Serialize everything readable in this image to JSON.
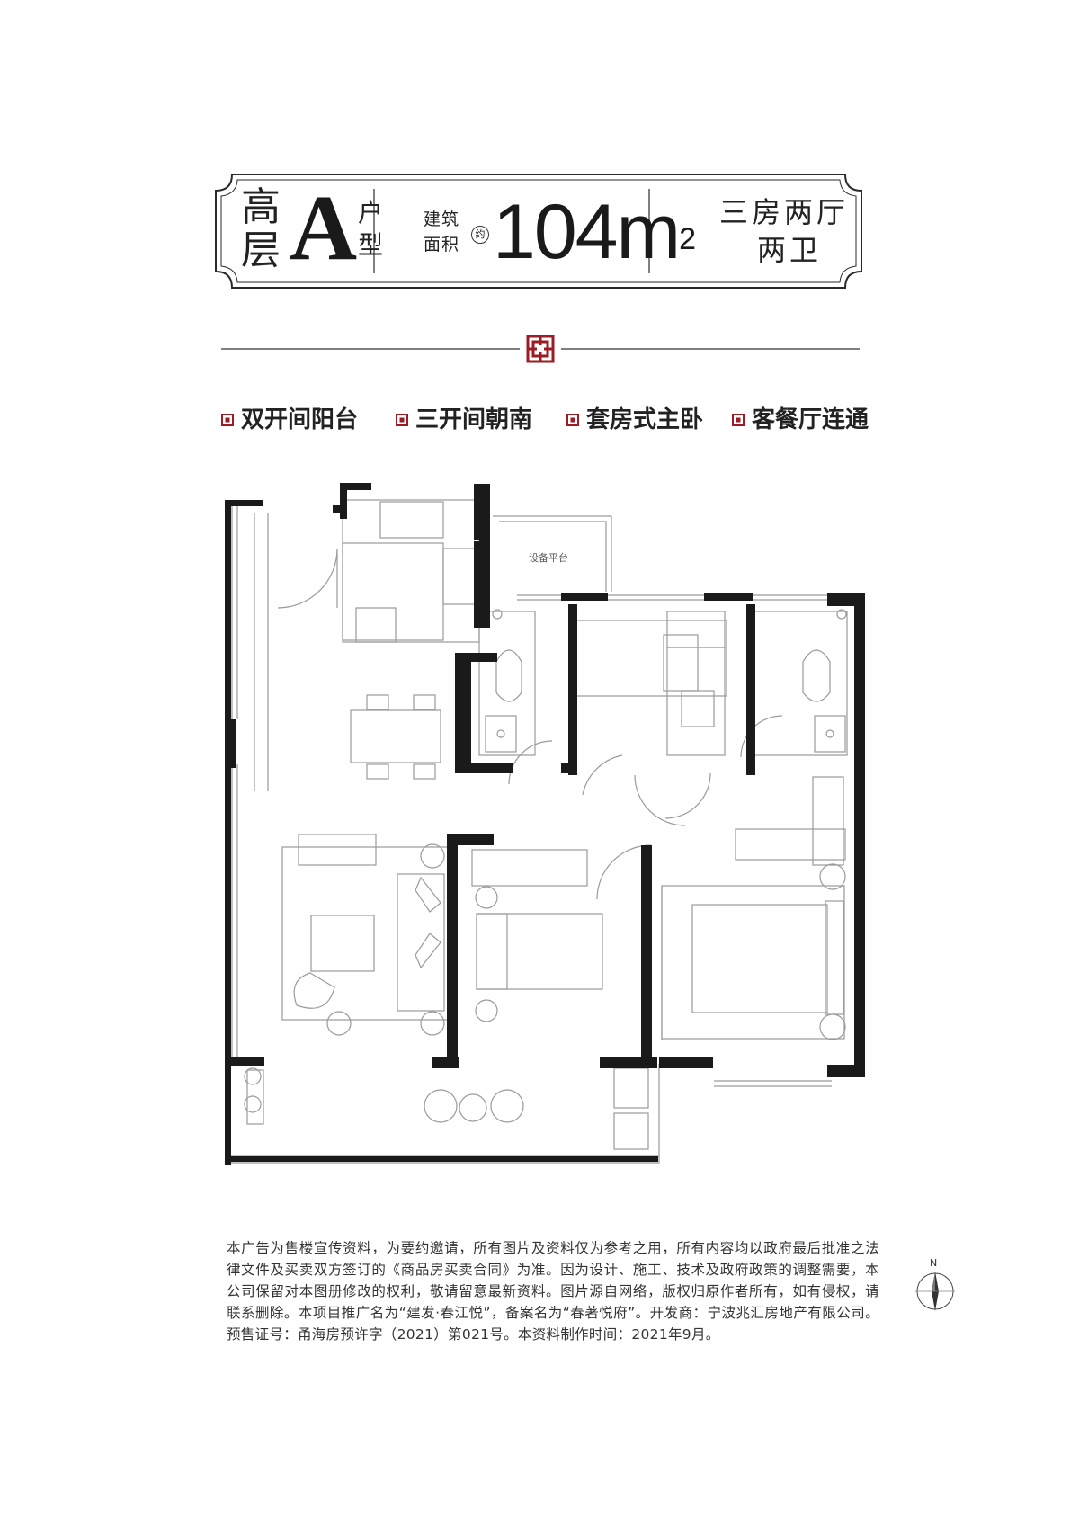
{
  "header": {
    "floor_type_line1": "高",
    "floor_type_line2": "层",
    "unit_letter": "A",
    "unit_suffix_line1": "户",
    "unit_suffix_line2": "型",
    "area_label_line1": "建筑",
    "area_label_line2": "面积",
    "area_approx": "约",
    "area_value": "104m",
    "area_unit_sup": "2",
    "layout_line1": "三房两厅",
    "layout_line2": "两卫"
  },
  "features": [
    "双开间阳台",
    "三开间朝南",
    "套房式主卧",
    "客餐厅连通"
  ],
  "floorplan": {
    "equipment_platform_label": "设备平台"
  },
  "compass": {
    "north_label": "N"
  },
  "disclaimer": "本广告为售楼宣传资料，为要约邀请，所有图片及资料仅为参考之用，所有内容均以政府最后批准之法律文件及买卖双方签订的《商品房买卖合同》为准。因为设计、施工、技术及政府政策的调整需要，本公司保留对本图册修改的权利，敬请留意最新资料。图片源自网络，版权归原作者所有，如有侵权，请联系删除。本项目推广名为“建发·春江悦”，备案名为“春著悦府”。开发商：宁波兆汇房地产有限公司。预售证号：甬海房预许字（2021）第021号。本资料制作时间：2021年9月。",
  "colors": {
    "accent_red": "#9b1c24",
    "wall_black": "#1a1a1a",
    "line_gray": "#9a9a9a"
  }
}
